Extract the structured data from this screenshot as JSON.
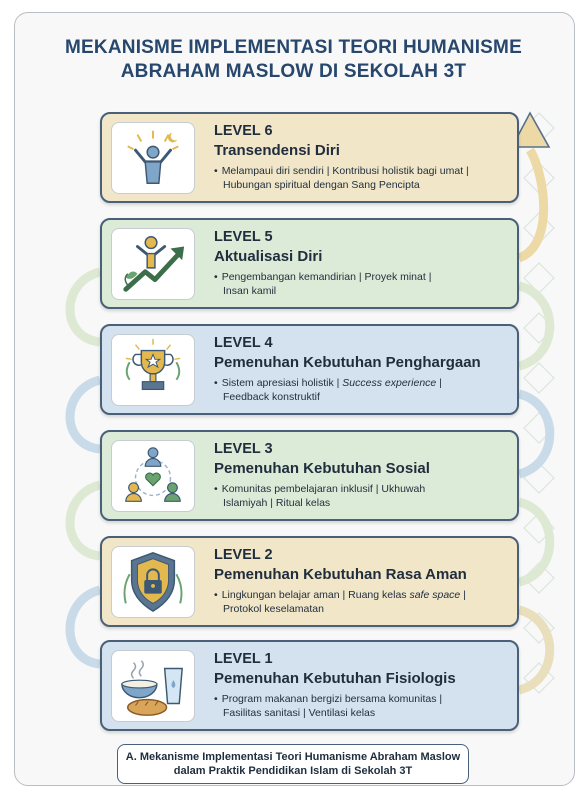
{
  "title": {
    "line1": "MEKANISME IMPLEMENTASI TEORI HUMANISME",
    "line2": "ABRAHAM MASLOW DI SEKOLAH 3T"
  },
  "levels": [
    {
      "level": "LEVEL 6",
      "name": "Transendensi Diri",
      "desc_line1": "Melampaui diri sendiri | Kontribusi holistik bagi umat |",
      "desc_line2": "Hubungan spiritual dengan Sang Pencipta",
      "icon": "person-celebrating-sunrise-icon",
      "color": "#f1e6c8"
    },
    {
      "level": "LEVEL 5",
      "name": "Aktualisasi Diri",
      "desc_line1": "Pengembangan kemandirian | Proyek minat |",
      "desc_line2": "Insan kamil",
      "icon": "person-growth-arrow-icon",
      "color": "#dcebd7"
    },
    {
      "level": "LEVEL 4",
      "name": "Pemenuhan Kebutuhan Penghargaan",
      "desc_line1_a": "Sistem apresiasi holistik | ",
      "desc_line1_b": "Success experience",
      "desc_line1_c": " |",
      "desc_line2": "Feedback konstruktif",
      "icon": "trophy-icon",
      "color": "#d4e1ee"
    },
    {
      "level": "LEVEL 3",
      "name": "Pemenuhan Kebutuhan Sosial",
      "desc_line1": "Komunitas pembelajaran inklusif | Ukhuwah",
      "desc_line2": "Islamiyah | Ritual kelas",
      "icon": "community-heart-icon",
      "color": "#dcebd7"
    },
    {
      "level": "LEVEL 2",
      "name": "Pemenuhan Kebutuhan Rasa Aman",
      "desc_line1_a": "Lingkungan belajar aman | Ruang kelas ",
      "desc_line1_b": "safe space",
      "desc_line1_c": " |",
      "desc_line2": "Protokol keselamatan",
      "icon": "shield-lock-icon",
      "color": "#f1e6c8"
    },
    {
      "level": "LEVEL 1",
      "name": "Pemenuhan Kebutuhan Fisiologis",
      "desc_line1": "Program makanan bergizi bersama komunitas |",
      "desc_line2": "Fasilitas sanitasi | Ventilasi kelas",
      "icon": "food-bowl-bread-water-icon",
      "color": "#d4e1ee"
    }
  ],
  "caption": {
    "line1": "A. Mekanisme Implementasi Teori Humanisme Abraham Maslow",
    "line2": "dalam Praktik Pendidikan Islam di Sekolah 3T"
  }
}
